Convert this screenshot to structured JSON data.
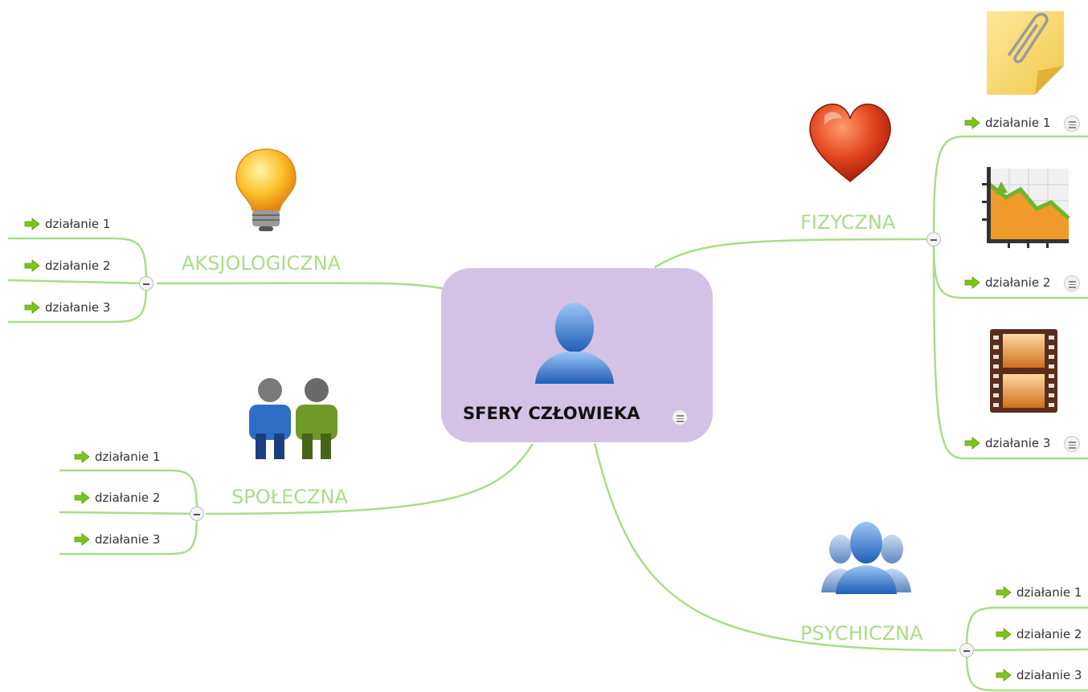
{
  "central": {
    "title": "SFERY CZŁOWIEKA",
    "icon": "person-icon",
    "color": "#d3c2e6"
  },
  "branch_color": "#a8dd88",
  "branches": [
    {
      "label": "AKSJOLOGICZNA",
      "icon": "lightbulb-icon",
      "children": [
        {
          "label": "działanie 1"
        },
        {
          "label": "działanie 2"
        },
        {
          "label": "działanie 3"
        }
      ]
    },
    {
      "label": "SPOŁECZNA",
      "icon": "two-people-icon",
      "children": [
        {
          "label": "działanie 1"
        },
        {
          "label": "działanie 2"
        },
        {
          "label": "działanie 3"
        }
      ]
    },
    {
      "label": "FIZYCZNA",
      "icon": "heart-icon",
      "children": [
        {
          "label": "działanie 1",
          "icon": "sticky-note-paperclip-icon"
        },
        {
          "label": "działanie 2",
          "icon": "line-chart-icon"
        },
        {
          "label": "działanie 3",
          "icon": "film-strip-icon"
        }
      ]
    },
    {
      "label": "PSYCHICZNA",
      "icon": "group-icon",
      "children": [
        {
          "label": "działanie 1"
        },
        {
          "label": "działanie 2"
        },
        {
          "label": "działanie 3"
        }
      ]
    }
  ]
}
